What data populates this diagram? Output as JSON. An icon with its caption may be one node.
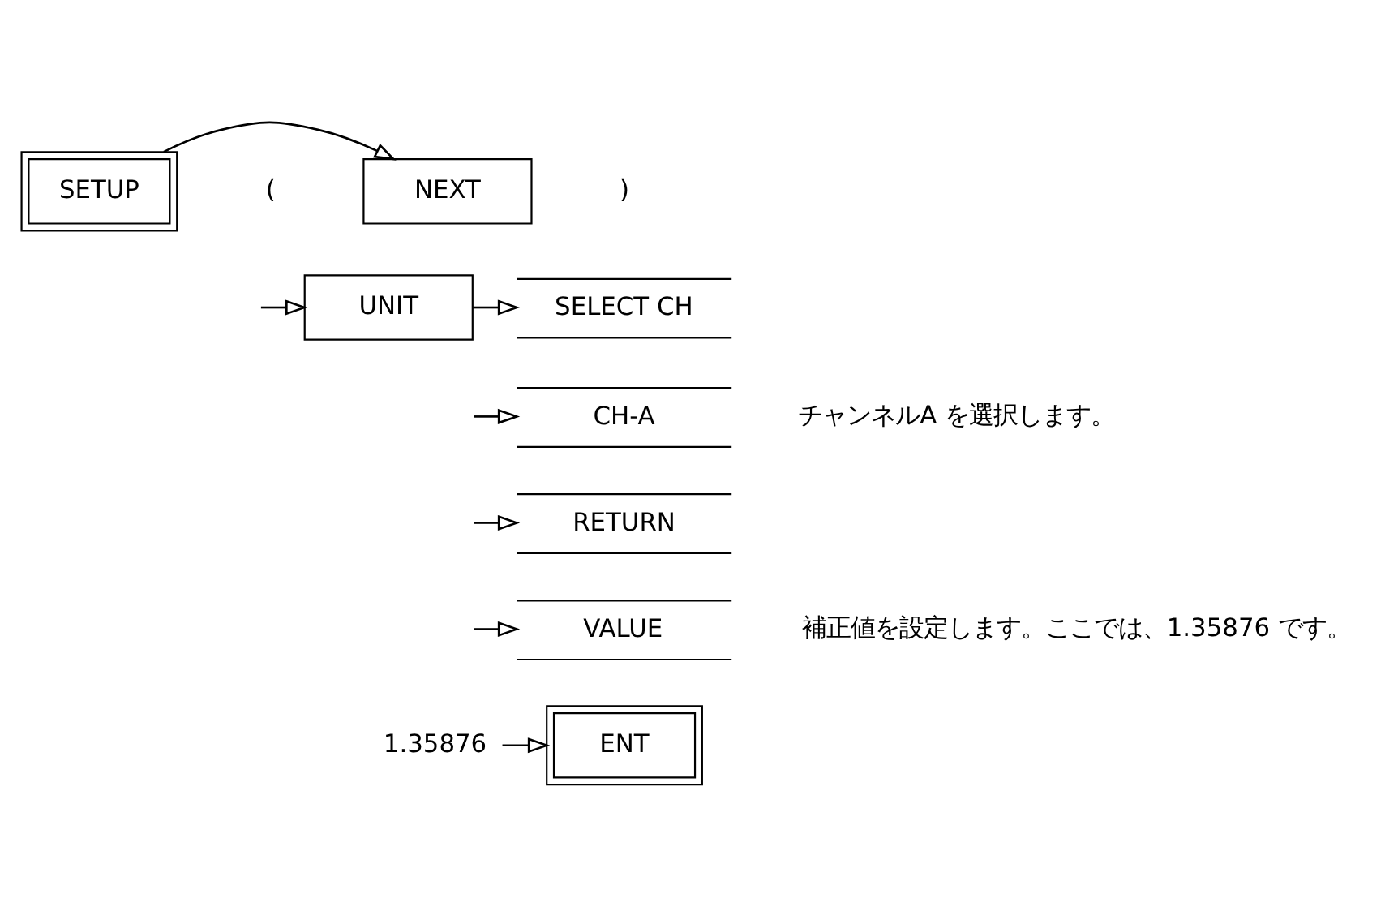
{
  "diagram": {
    "nodes": [
      {
        "text": [
          "SETUP"
        ]
      },
      {
        "text": [
          "NEXT"
        ]
      },
      {
        "text": [
          "UNIT"
        ]
      },
      {
        "text": [
          "SELECT CH"
        ]
      },
      {
        "text": [
          "CH-A"
        ],
        "beside": [
          "チャンネルA を選択します。"
        ]
      },
      {
        "text": [
          "RETURN"
        ]
      },
      {
        "text": [
          "VALUE"
        ],
        "beside": [
          "補正値を設定します。ここでは、1.35876 です。"
        ]
      },
      {
        "text": [
          "1.35876"
        ]
      },
      {
        "text": [
          "ENT"
        ]
      }
    ],
    "edges": [
      {
        "from": 0,
        "to": 1,
        "arrow": "to"
      },
      {
        "from": null,
        "to": 2,
        "arrow": "to"
      },
      {
        "from": 2,
        "to": 3,
        "arrow": "to"
      },
      {
        "from": null,
        "to": 4,
        "arrow": "to"
      },
      {
        "from": null,
        "to": 5,
        "arrow": "to"
      },
      {
        "from": null,
        "to": 6,
        "arrow": "to"
      },
      {
        "from": 7,
        "to": 8,
        "arrow": "to"
      }
    ],
    "labels": [
      "(",
      ")"
    ]
  }
}
